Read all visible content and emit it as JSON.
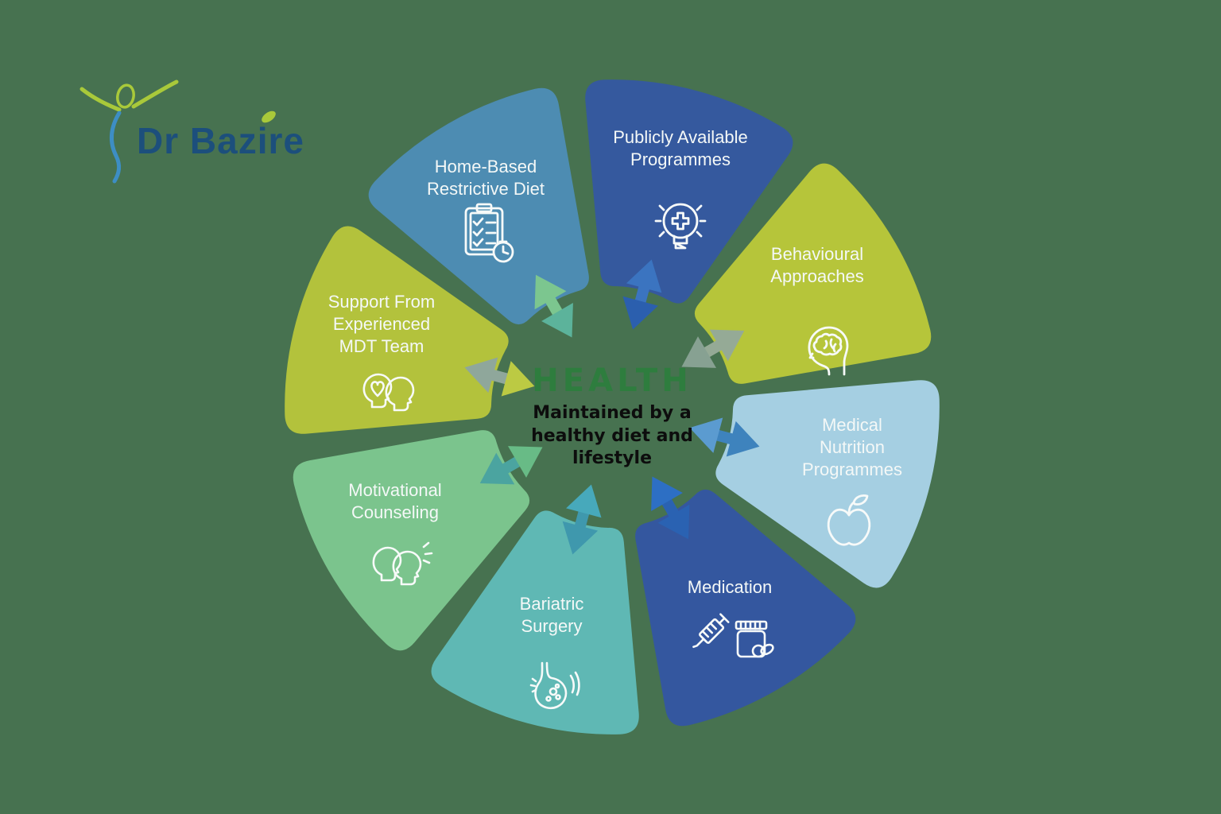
{
  "background_color": "#477250",
  "logo": {
    "brand": "Dr Bazire",
    "text_color": "#1c4f7c",
    "figure_green": "#a9c93a",
    "figure_blue": "#3d8ec4"
  },
  "center": {
    "title": "HEALTH",
    "title_color": "#2e7d3e",
    "subtitle": "Maintained by a healthy diet and lifestyle",
    "subtitle_color": "#0d0d0d"
  },
  "segments": [
    {
      "id": "publicly-available-programmes",
      "label": "Publicly Available Programmes",
      "color": "#35599e",
      "icon": "lightbulb-medical-icon",
      "arrow_outer": "#3b74c0",
      "arrow_inner": "#2b5fae"
    },
    {
      "id": "behavioural-approaches",
      "label": "Behavioural Approaches",
      "color": "#b6c53a",
      "icon": "head-brain-icon",
      "arrow_outer": "#95aa96",
      "arrow_inner": "#87a192"
    },
    {
      "id": "medical-nutrition-programmes",
      "label": "Medical Nutrition Programmes",
      "color": "#a5cfe2",
      "icon": "apple-icon",
      "arrow_outer": "#3e83bd",
      "arrow_inner": "#5b9bd0"
    },
    {
      "id": "medication",
      "label": "Medication",
      "color": "#34579f",
      "icon": "syringe-pills-icon",
      "arrow_outer": "#2a62b2",
      "arrow_inner": "#2d6fc4"
    },
    {
      "id": "bariatric-surgery",
      "label": "Bariatric Surgery",
      "color": "#5fb8b4",
      "icon": "stomach-icon",
      "arrow_outer": "#3f98ad",
      "arrow_inner": "#47a9bb"
    },
    {
      "id": "motivational-counseling",
      "label": "Motivational Counseling",
      "color": "#7bc48d",
      "icon": "talking-heads-icon",
      "arrow_outer": "#4ba4a0",
      "arrow_inner": "#68bb86"
    },
    {
      "id": "support-mdt-team",
      "label": "Support From Experienced MDT Team",
      "color": "#b3c23c",
      "icon": "heads-heart-icon",
      "arrow_outer": "#8fa79b",
      "arrow_inner": "#bcca43"
    },
    {
      "id": "home-based-restrictive-diet",
      "label": "Home-Based Restrictive Diet",
      "color": "#4d8cb2",
      "icon": "clipboard-checklist-icon",
      "arrow_outer": "#7cc68f",
      "arrow_inner": "#5cb39b"
    }
  ]
}
